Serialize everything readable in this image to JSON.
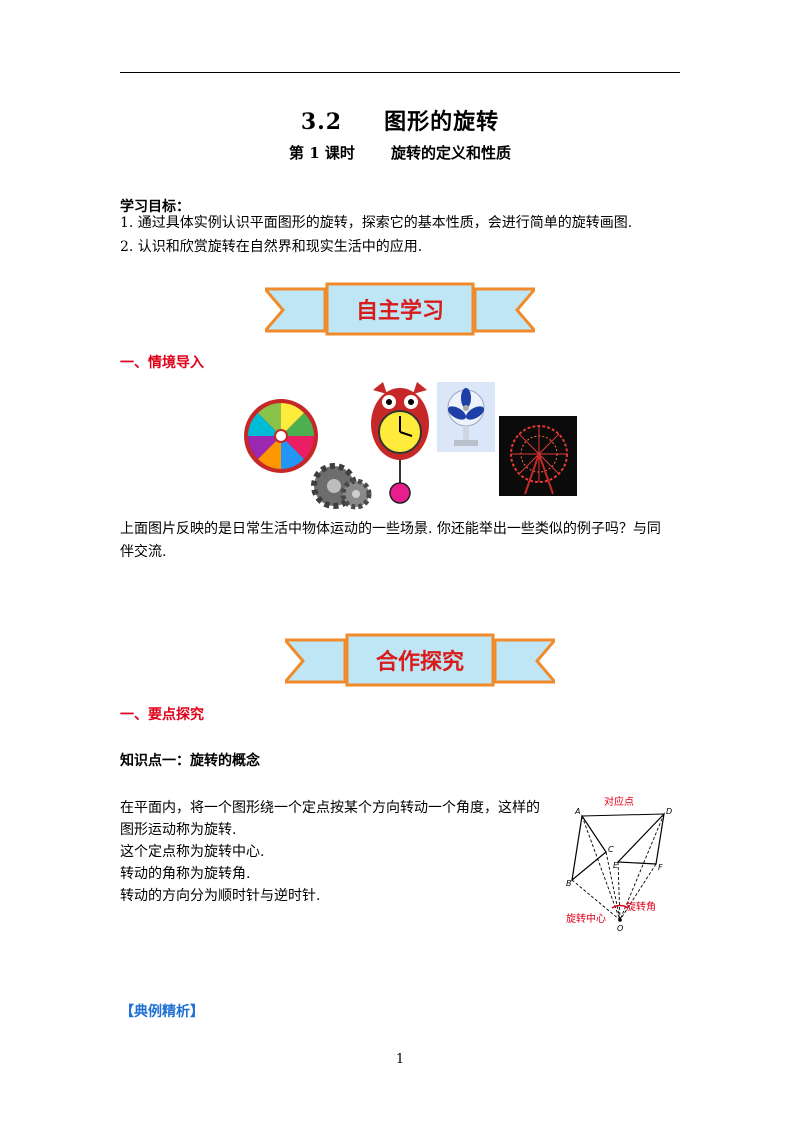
{
  "header": {
    "number": "3.2",
    "title": "图形的旋转",
    "lesson": "第 1 课时",
    "subtitle": "旋转的定义和性质"
  },
  "goals": {
    "heading": "学习目标：",
    "items": [
      "1. 通过具体实例认识平面图形的旋转，探索它的基本性质，会进行简单的旋转画图.",
      "2. 认识和欣赏旋转在自然界和现实生活中的应用."
    ]
  },
  "banners": {
    "self_study": "自主学习",
    "cooperate": "合作探究"
  },
  "intro": {
    "heading": "一、情境导入",
    "text_line1": "上面图片反映的是日常生活中物体运动的一些场景. 你还能举出一些类似的例子吗？与同",
    "text_line2": "伴交流."
  },
  "explore": {
    "heading": "一、要点探究",
    "knowledge_heading": "知识点一：旋转的概念",
    "lines": [
      "在平面内，将一个图形绕一个定点按某个方向转动一个角度，这样的",
      "图形运动称为旋转.",
      "这个定点称为旋转中心.",
      "转动的角称为旋转角.",
      "转动的方向分为顺时针与逆时针."
    ]
  },
  "diagram": {
    "label_corresponding": "对应点",
    "label_center": "旋转中心",
    "label_angle": "旋转角",
    "points": {
      "A": "A",
      "B": "B",
      "C": "C",
      "D": "D",
      "E": "E",
      "F": "F",
      "O": "O"
    }
  },
  "example": {
    "heading": "【典例精析】"
  },
  "footer": {
    "page_number": "1"
  },
  "colors": {
    "red": "#e0001a",
    "blue": "#1e6fd6",
    "banner_fill": "#bfe6f5",
    "banner_border": "#f08a2a"
  }
}
